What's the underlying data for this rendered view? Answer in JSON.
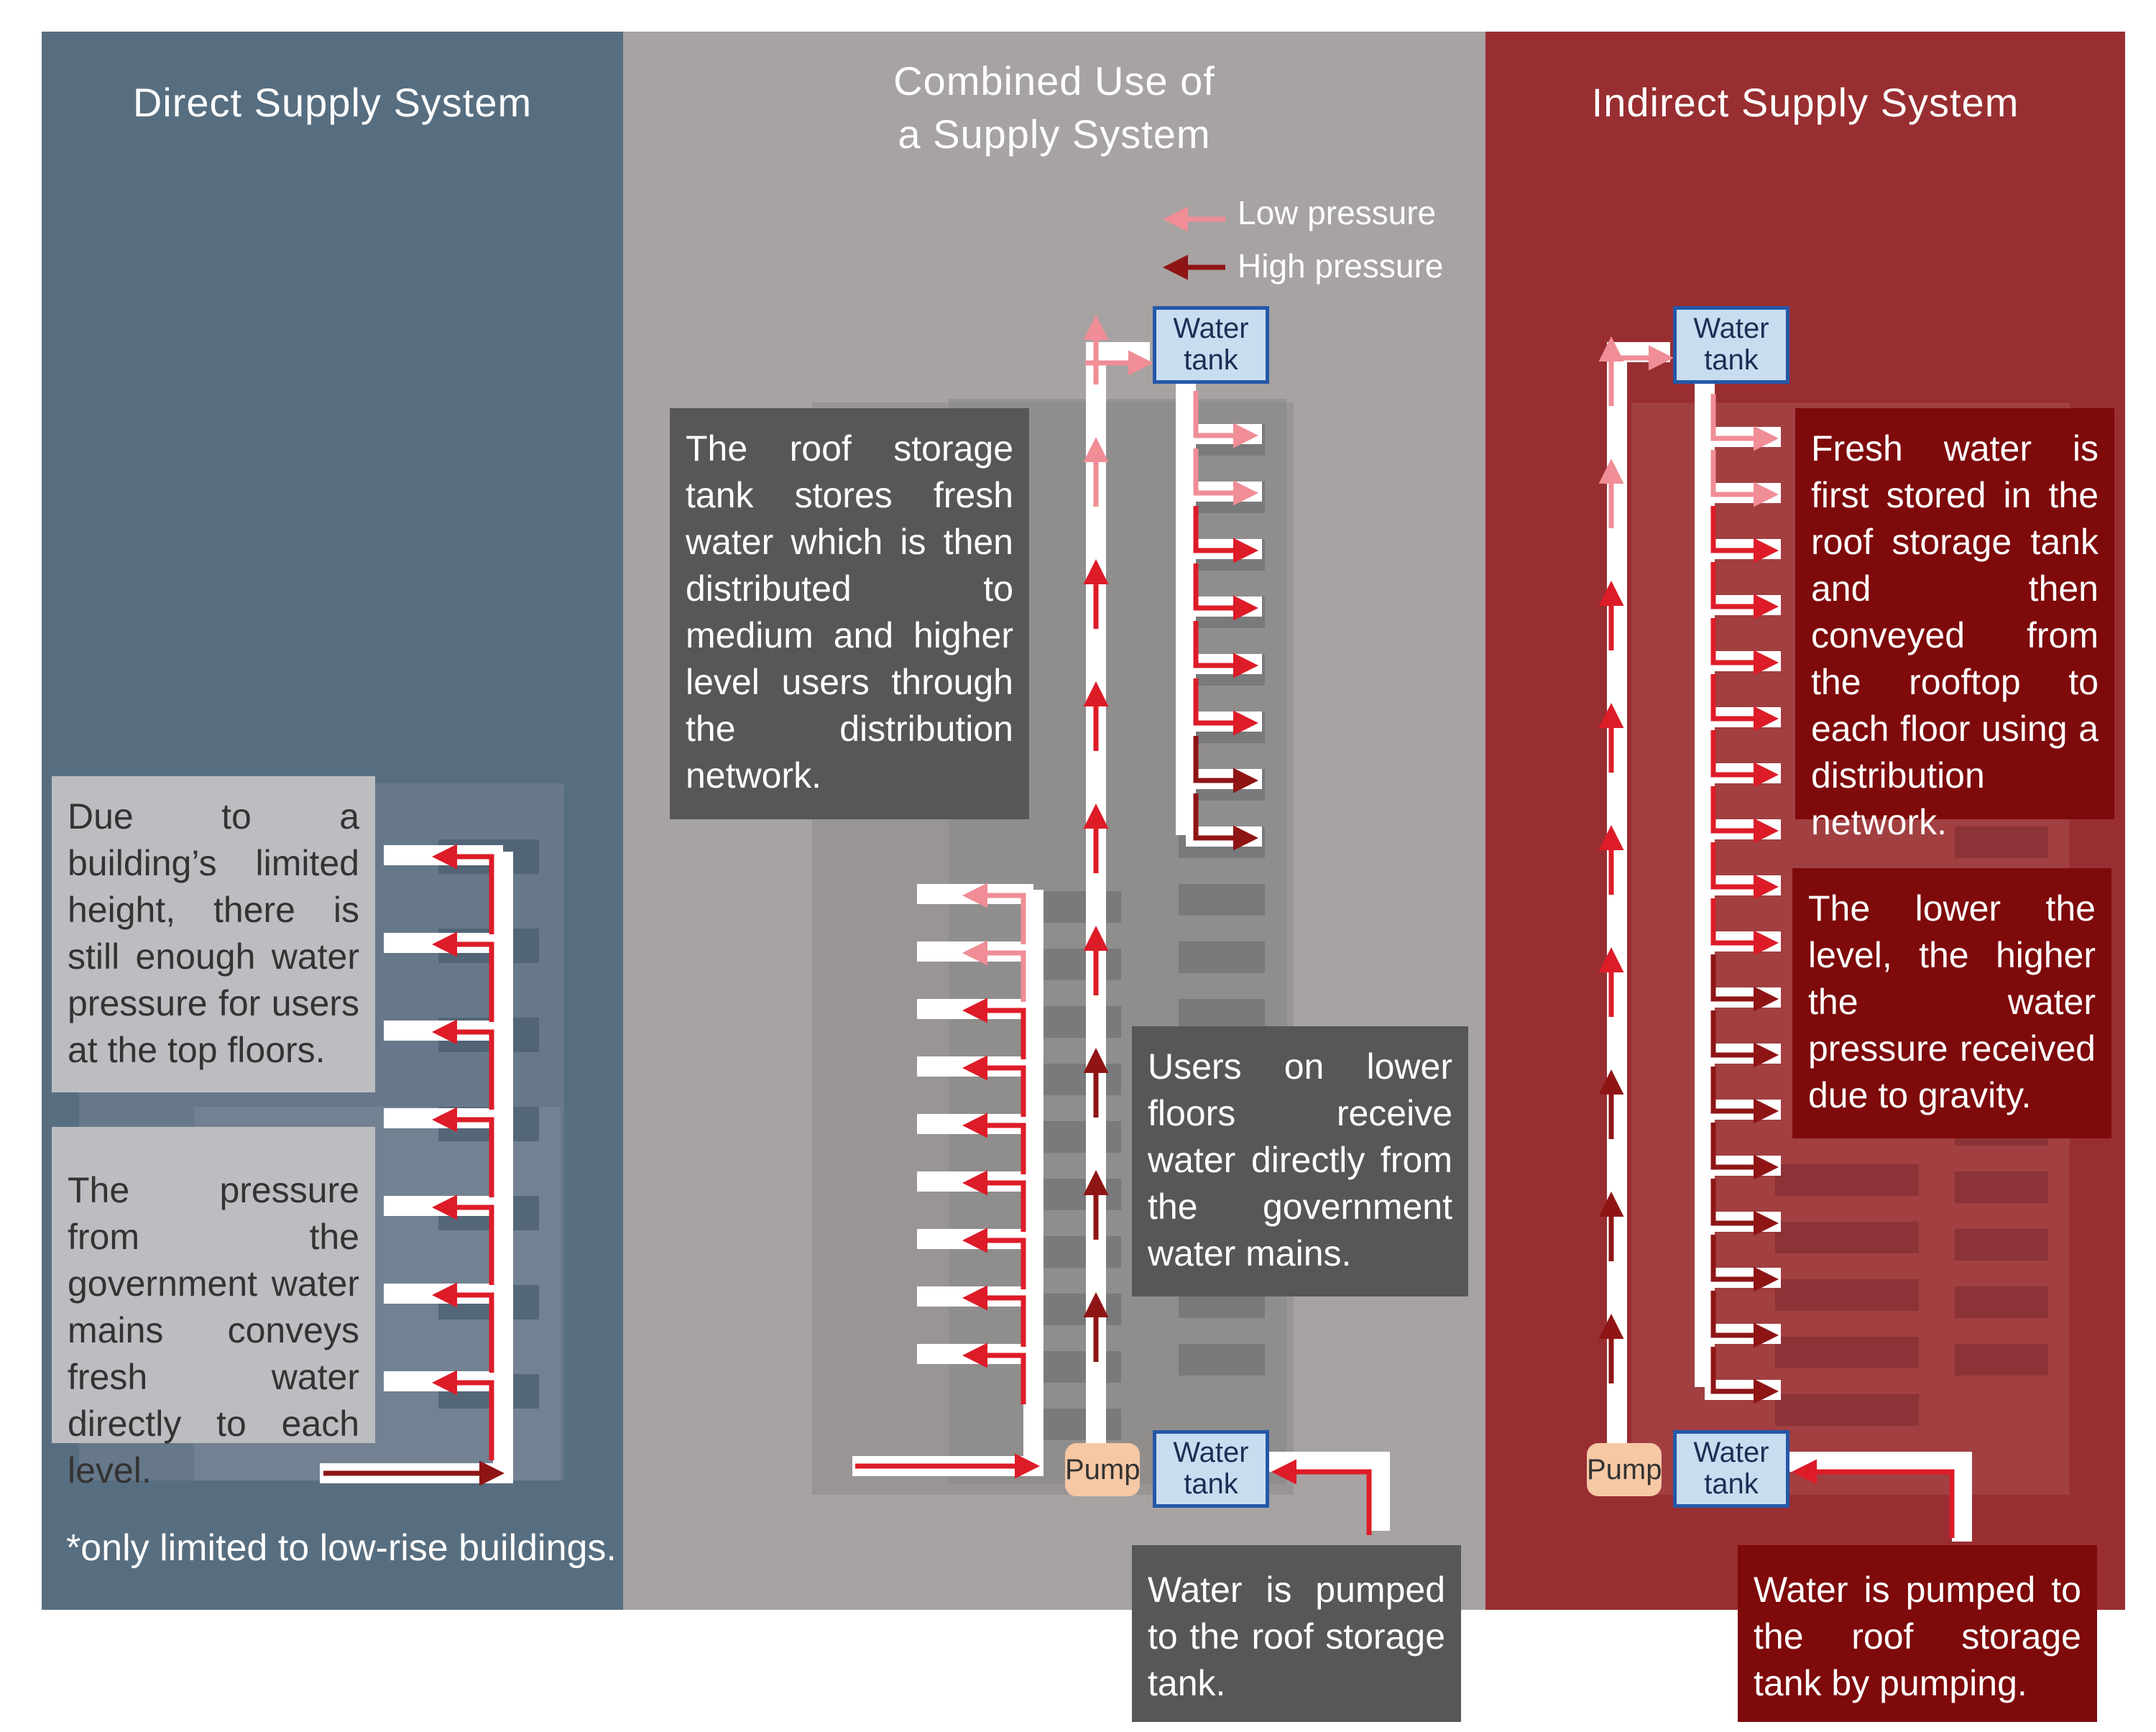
{
  "colors": {
    "direct_bg": "#576e80",
    "combined_bg": "#a7a3a2",
    "indirect_bg": "#982e31",
    "low_pressure": "#f08d96",
    "mid_pressure": "#dd1c28",
    "high_pressure": "#8f1515",
    "tank_fill": "#c9ddf0",
    "tank_border": "#2458a8",
    "pump_fill": "#f6c8a4"
  },
  "panels": {
    "direct": {
      "title": "Direct Supply System",
      "box_top": "Due to a building’s limited height, there is still enough water pressure for users at the top floors.",
      "box_bottom": "The pressure from the government water mains conveys fresh water directly to each level.",
      "footnote": "*only limited to low-rise buildings."
    },
    "combined": {
      "title_line1": "Combined Use of",
      "title_line2": "a Supply System",
      "legend": {
        "low": "Low pressure",
        "high": "High pressure"
      },
      "tank_top": {
        "line1": "Water",
        "line2": "tank"
      },
      "tank_bottom": {
        "line1": "Water",
        "line2": "tank"
      },
      "pump": "Pump",
      "box_roof": "The roof storage tank stores fresh water which is then distributed to medium and higher level users through the distribution network.",
      "box_lower": "Users on lower floors receive water directly from the government water mains.",
      "box_pumped": "Water is pumped to the roof storage tank."
    },
    "indirect": {
      "title": "Indirect Supply System",
      "tank_top": {
        "line1": "Water",
        "line2": "tank"
      },
      "tank_bottom": {
        "line1": "Water",
        "line2": "tank"
      },
      "pump": "Pump",
      "box_fresh": "Fresh water is first stored in the roof storage tank and then conveyed from the rooftop to each floor using a distribution network.",
      "box_gravity": "The lower the level, the higher the water pressure received due to gravity.",
      "box_pumped": "Water is pumped to the roof storage tank by pumping."
    }
  }
}
